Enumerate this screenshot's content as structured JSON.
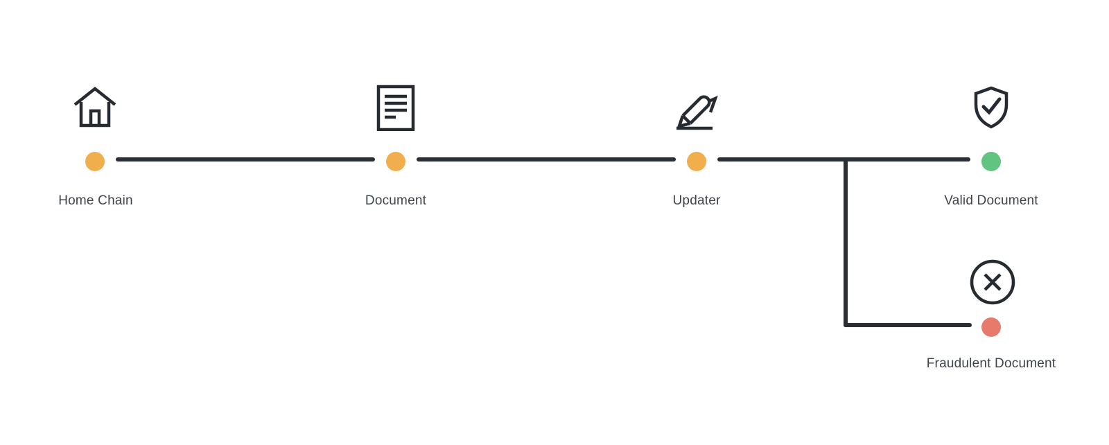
{
  "diagram": {
    "type": "flow-timeline",
    "colors": {
      "background": "#FFFFFF",
      "connector_line": "#2A2F36",
      "icon_stroke": "#262B32",
      "label_text": "#3E444C",
      "pending_dot": "#F0AE4D",
      "valid_dot": "#62C481",
      "fraudulent_dot": "#E87A6C"
    },
    "nodes": [
      {
        "id": "home-chain",
        "label": "Home Chain",
        "icon": "house-icon",
        "dot_color": "#F0AE4D",
        "row": "main"
      },
      {
        "id": "document",
        "label": "Document",
        "icon": "document-icon",
        "dot_color": "#F0AE4D",
        "row": "main"
      },
      {
        "id": "updater",
        "label": "Updater",
        "icon": "pencil-icon",
        "dot_color": "#F0AE4D",
        "row": "main"
      },
      {
        "id": "valid-document",
        "label": "Valid Document",
        "icon": "shield-check-icon",
        "dot_color": "#62C481",
        "row": "main"
      },
      {
        "id": "fraudulent-document",
        "label": "Fraudulent Document",
        "icon": "x-circle-icon",
        "dot_color": "#E87A6C",
        "row": "branch"
      }
    ],
    "connections": [
      {
        "from": "home-chain",
        "to": "document",
        "shape": "straight"
      },
      {
        "from": "document",
        "to": "updater",
        "shape": "straight"
      },
      {
        "from": "updater",
        "to": "valid-document",
        "shape": "straight"
      },
      {
        "from": "updater",
        "to": "fraudulent-document",
        "shape": "elbow-down-right"
      }
    ]
  }
}
